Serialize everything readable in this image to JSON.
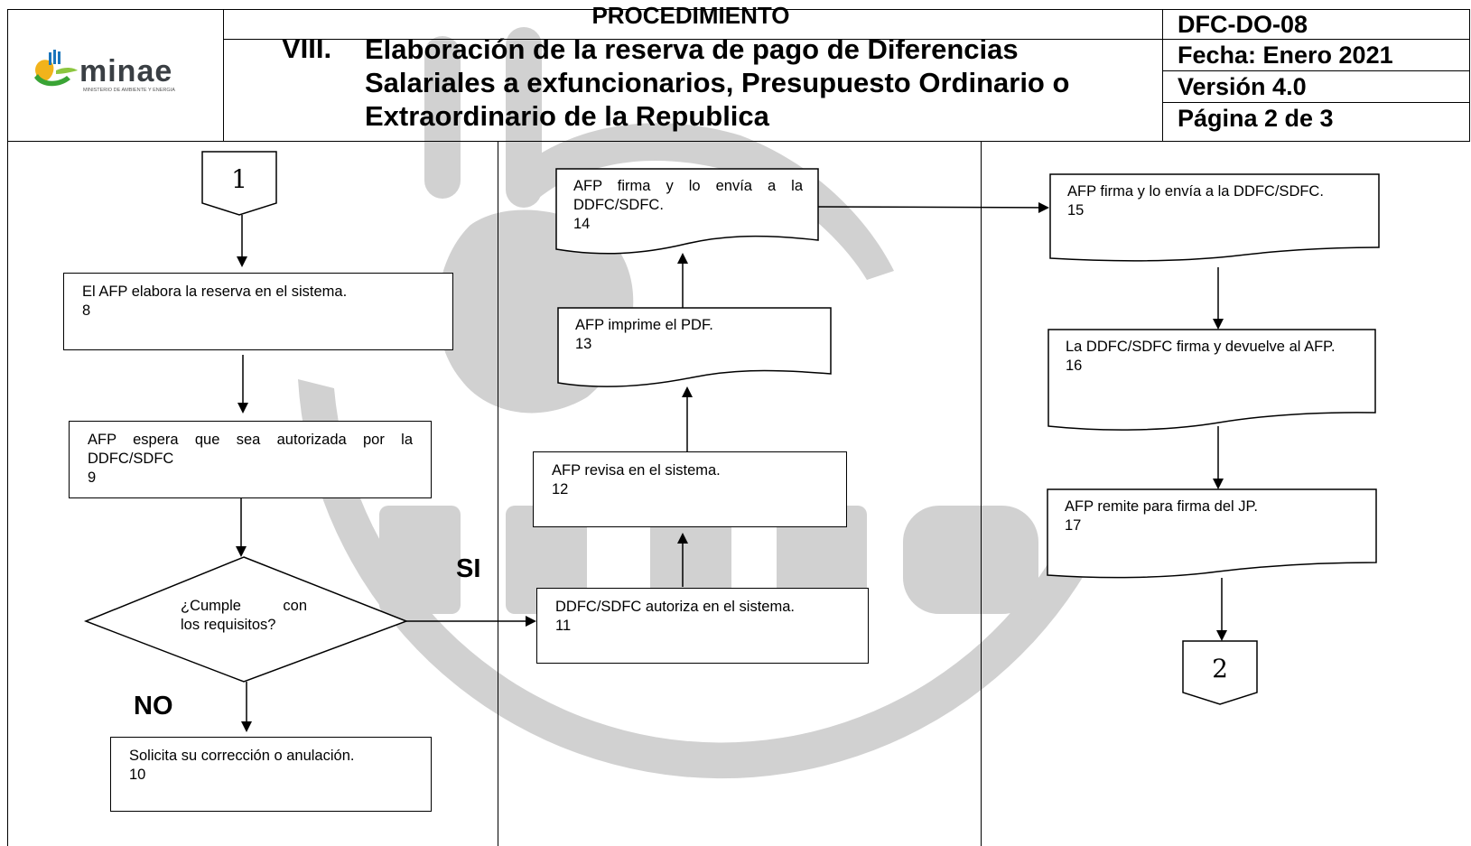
{
  "header": {
    "procedure_label": "PROCEDIMIENTO",
    "title_number": "VIII.",
    "title_lines": [
      "Elaboración de la reserva de pago de Diferencias",
      "Salariales a exfuncionarios, Presupuesto Ordinario o",
      "Extraordinario de la Republica"
    ],
    "code": "DFC-DO-08",
    "date": "Fecha: Enero 2021",
    "version": "Versión 4.0",
    "page": "Página 2 de 3",
    "logo_word": "minae",
    "logo_subtitle": "MINISTERIO DE AMBIENTE Y ENERGIA"
  },
  "flow": {
    "connector_start": "1",
    "connector_end": "2",
    "step8": {
      "text": "El AFP elabora la reserva en el sistema.",
      "num": "8"
    },
    "step9": {
      "text": "AFP espera que sea autorizada por la DDFC/SDFC",
      "num": "9"
    },
    "decision": {
      "text_line1": "¿Cumple con",
      "text_line2": "los requisitos?"
    },
    "label_yes": "SI",
    "label_no": "NO",
    "step10": {
      "text": "Solicita su corrección o anulación.",
      "num": "10"
    },
    "step11": {
      "text": "DDFC/SDFC autoriza en el sistema.",
      "num": "11"
    },
    "step12": {
      "text": "AFP revisa en el sistema.",
      "num": "12"
    },
    "step13": {
      "text": "AFP imprime el PDF.",
      "num": "13"
    },
    "step14": {
      "text": "AFP firma y lo envía a la DDFC/SDFC.",
      "num": "14"
    },
    "step15": {
      "text": "AFP firma y lo envía a la DDFC/SDFC.",
      "num": "15"
    },
    "step16": {
      "text": "La DDFC/SDFC firma y devuelve al AFP.",
      "num": "16"
    },
    "step17": {
      "text": "AFP remite para firma del JP.",
      "num": "17"
    }
  },
  "watermark_color": "#c8c8c8"
}
